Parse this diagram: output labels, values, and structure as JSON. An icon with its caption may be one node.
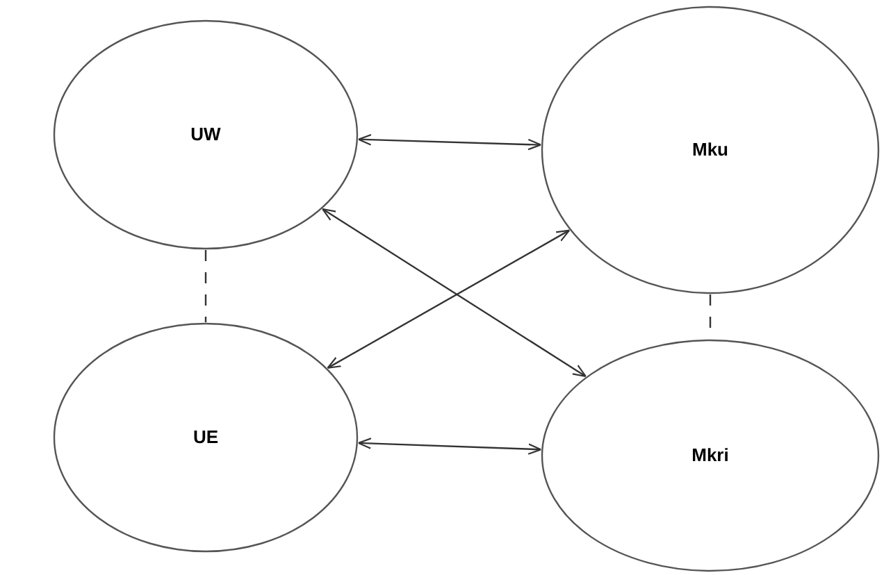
{
  "diagram": {
    "nodes": [
      {
        "text": [
          "UW"
        ]
      },
      {
        "text": [
          "Mku"
        ]
      },
      {
        "text": [
          "UE"
        ]
      },
      {
        "text": [
          "Mkri"
        ]
      }
    ],
    "edges": [
      {
        "from": 0,
        "to": 1,
        "arrow": "both"
      },
      {
        "from": 0,
        "to": 3,
        "arrow": "both"
      },
      {
        "from": 2,
        "to": 1,
        "arrow": "both"
      },
      {
        "from": 2,
        "to": 3,
        "arrow": "both"
      },
      {
        "from": 0,
        "to": 2,
        "arrow": "none",
        "style": "dashed"
      },
      {
        "from": 1,
        "to": 3,
        "arrow": "none",
        "style": "dashed"
      }
    ]
  }
}
